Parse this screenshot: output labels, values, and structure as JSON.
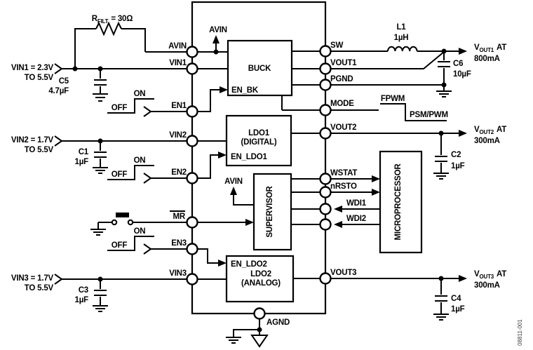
{
  "figure": {
    "code": "08811-001",
    "background": "#ffffff",
    "line_color": "#000000"
  },
  "ic": {
    "pins_left": {
      "avin": "AVIN",
      "vin1": "VIN1",
      "en1": "EN1",
      "vin2": "VIN2",
      "en2": "EN2",
      "mr": "MR",
      "en3": "EN3",
      "vin3": "VIN3"
    },
    "pins_right": {
      "sw": "SW",
      "vout1": "VOUT1",
      "pgnd": "PGND",
      "mode": "MODE",
      "vout2": "VOUT2",
      "wstat": "WSTAT",
      "nrsto": "nRSTO",
      "wdi1": "WDI1",
      "wdi2": "WDI2",
      "vout3": "VOUT3"
    },
    "pin_bottom": {
      "agnd": "AGND"
    },
    "blocks": {
      "buck": {
        "title": "BUCK",
        "enable": "EN_BK"
      },
      "ldo1": {
        "title": "LDO1",
        "subtitle": "(DIGITAL)",
        "enable": "EN_LDO1"
      },
      "supervisor": {
        "title": "SUPERVISOR"
      },
      "ldo2": {
        "title": "LDO2",
        "subtitle": "(ANALOG)",
        "enable": "EN_LDO2"
      }
    },
    "internal_labels": {
      "avin_buck": "AVIN",
      "avin_supervisor": "AVIN"
    }
  },
  "external": {
    "microprocessor": "MICROPROCESSOR",
    "inputs": {
      "vin1": {
        "line1": "VIN1 = 2.3V",
        "line2": "TO 5.5V"
      },
      "vin2": {
        "line1": "VIN2 = 1.7V",
        "line2": "TO 5.5V"
      },
      "vin3": {
        "line1": "VIN3 = 1.7V",
        "line2": "TO 5.5V"
      }
    },
    "outputs": {
      "vout1": {
        "prefix": "V",
        "sub": "OUT1",
        "suffix": "AT",
        "current": "800mA"
      },
      "vout2": {
        "prefix": "V",
        "sub": "OUT2",
        "suffix": "AT",
        "current": "300mA"
      },
      "vout3": {
        "prefix": "V",
        "sub": "OUT3",
        "suffix": "AT",
        "current": "300mA"
      }
    },
    "switches": {
      "en1": {
        "on": "ON",
        "off": "OFF"
      },
      "en2": {
        "on": "ON",
        "off": "OFF"
      },
      "en3": {
        "on": "ON",
        "off": "OFF"
      }
    },
    "mode_levels": {
      "high": "FPWM",
      "low": "PSM/PWM"
    },
    "components": {
      "rfilt": {
        "prefix": "R",
        "sub": "FILT",
        "value": "= 30Ω"
      },
      "l1": {
        "ref": "L1",
        "value": "1µH"
      },
      "c1": {
        "ref": "C1",
        "value": "1µF"
      },
      "c2": {
        "ref": "C2",
        "value": "1µF"
      },
      "c3": {
        "ref": "C3",
        "value": "1µF"
      },
      "c4": {
        "ref": "C4",
        "value": "1µF"
      },
      "c5": {
        "ref": "C5",
        "value": "4.7µF"
      },
      "c6": {
        "ref": "C6",
        "value": "10µF"
      }
    }
  }
}
